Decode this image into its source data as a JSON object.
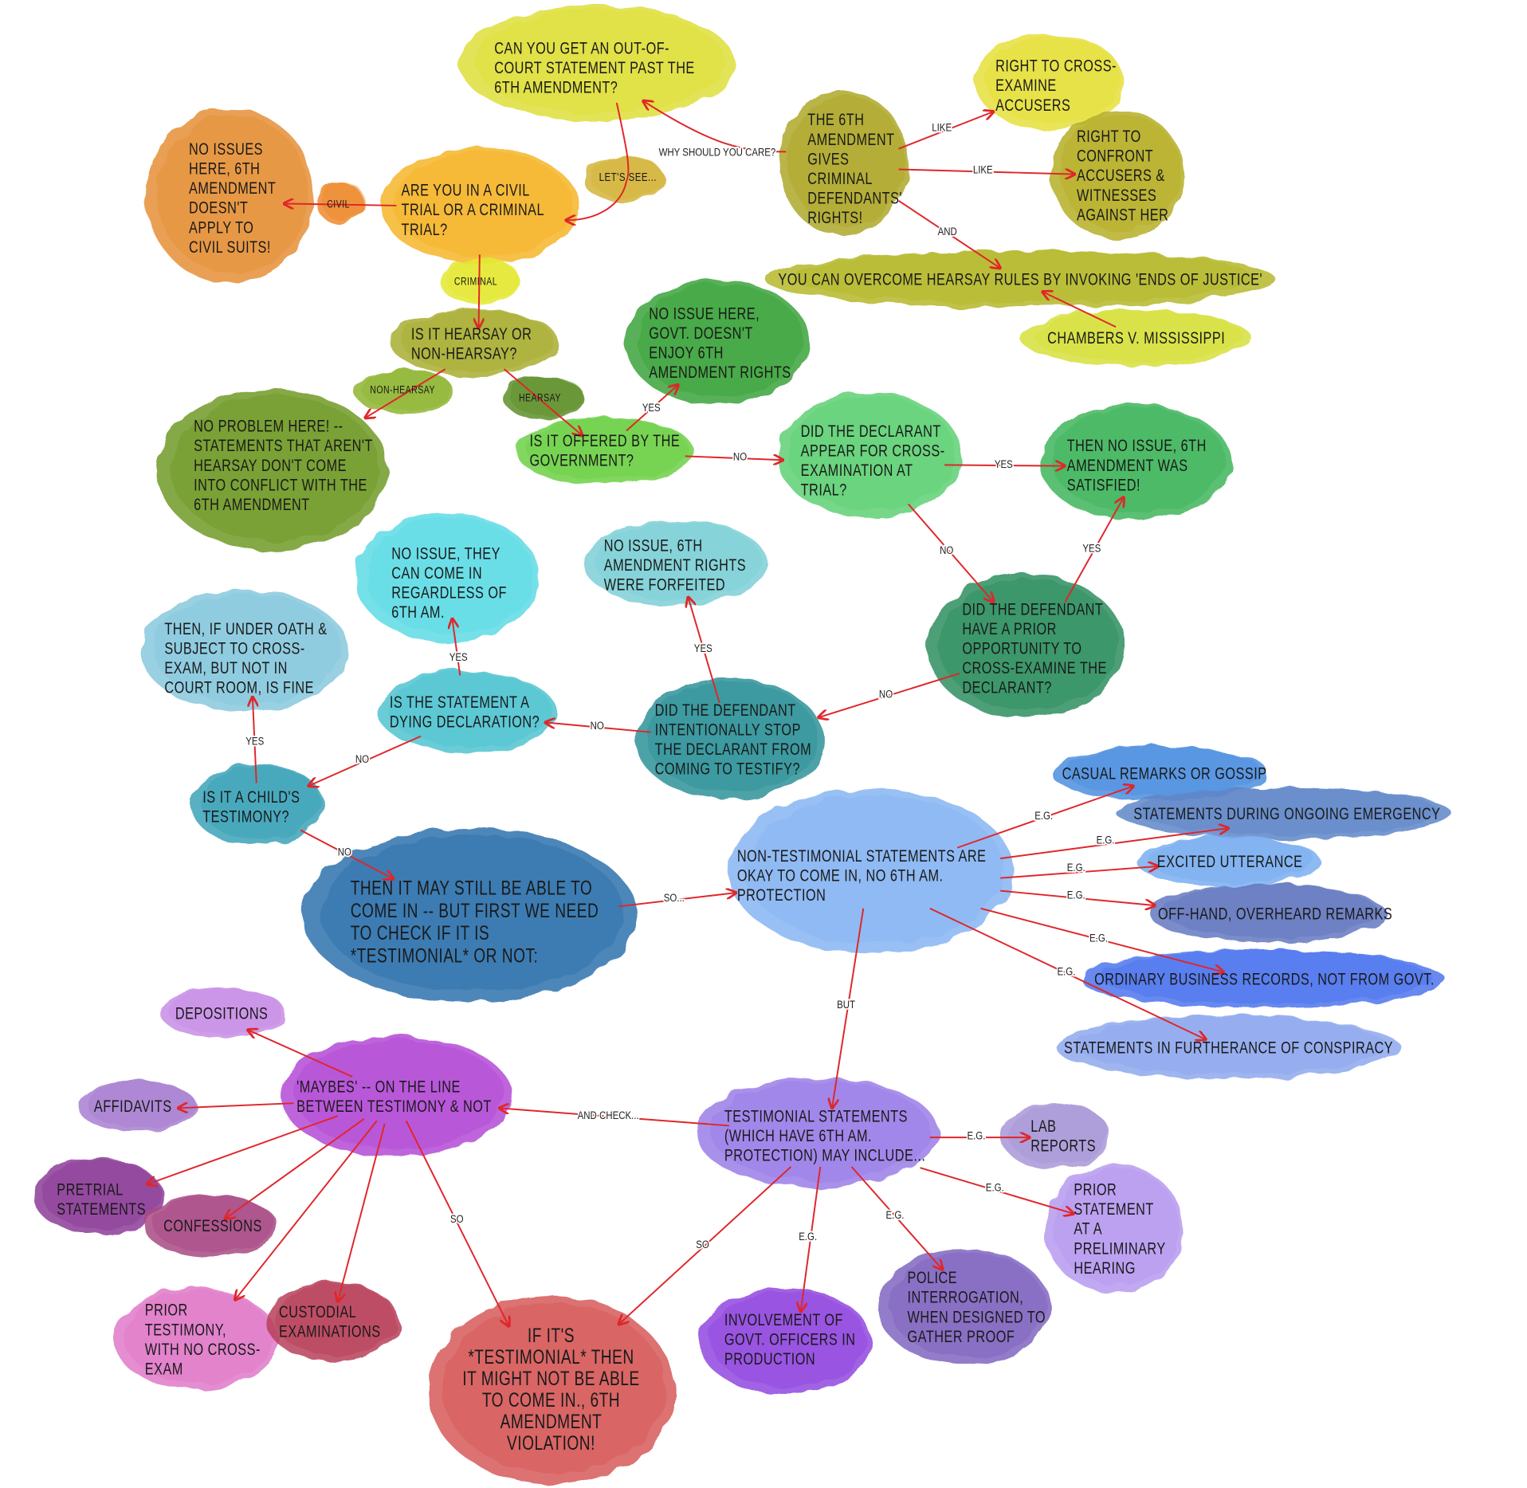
{
  "title": "Hearsay and the 6th Amendment Confrontation Clause flowchart",
  "colors": {
    "arrow": "#e0262a",
    "text": "#1a1a1a"
  },
  "nodes": {
    "q1": {
      "lines": [
        "CAN YOU GET AN OUT-OF-",
        "COURT STATEMENT PAST THE",
        "6TH AMENDMENT?"
      ],
      "color": "#dede3a"
    },
    "lets": {
      "lines": [
        "LET'S SEE..."
      ],
      "color": "#d4b43a"
    },
    "civilq": {
      "lines": [
        "ARE YOU IN A CIVIL",
        "TRIAL OR A CRIMINAL",
        "TRIAL?"
      ],
      "color": "#f5b52a"
    },
    "civil": {
      "lines": [
        "CIVIL"
      ],
      "color": "#ee8a2e"
    },
    "civilnoissue": {
      "lines": [
        "NO ISSUES",
        "HERE, 6TH",
        "AMENDMENT",
        "DOESN'T",
        "APPLY TO",
        "CIVIL SUITS!"
      ],
      "color": "#e59038"
    },
    "criminal": {
      "lines": [
        "CRIMINAL"
      ],
      "color": "#e4e830"
    },
    "hearsayq": {
      "lines": [
        "IS IT HEARSAY OR",
        "NON-HEARSAY?"
      ],
      "color": "#a9ae30"
    },
    "nonhearsay": {
      "lines": [
        "NON-HEARSAY"
      ],
      "color": "#8fb530"
    },
    "hearsay": {
      "lines": [
        "HEARSAY"
      ],
      "color": "#5f8f2a"
    },
    "noproblem": {
      "lines": [
        "NO PROBLEM HERE! --",
        "STATEMENTS THAT AREN'T",
        "HEARSAY DON'T COME",
        "INTO CONFLICT WITH THE",
        "6TH AMENDMENT"
      ],
      "color": "#6f9a26"
    },
    "govq": {
      "lines": [
        "IS IT OFFERED BY THE",
        "GOVERNMENT?"
      ],
      "color": "#6dd045"
    },
    "govnoissue": {
      "lines": [
        "NO ISSUE HERE,",
        "GOVT. DOESN'T",
        "ENJOY 6TH",
        "AMENDMENT RIGHTS"
      ],
      "color": "#3aa43a"
    },
    "appear": {
      "lines": [
        "DID THE DECLARANT",
        "APPEAR FOR CROSS-",
        "EXAMINATION AT",
        "TRIAL?"
      ],
      "color": "#5fd075"
    },
    "satisfied": {
      "lines": [
        "THEN NO ISSUE, 6TH",
        "AMENDMENT WAS",
        "SATISFIED!"
      ],
      "color": "#3fb55c"
    },
    "prior": {
      "lines": [
        "DID THE DEFENDANT",
        "HAVE A PRIOR",
        "OPPORTUNITY TO",
        "CROSS-EXAMINE THE",
        "DECLARANT?"
      ],
      "color": "#2f8f60"
    },
    "forfeited": {
      "lines": [
        "NO ISSUE, 6TH",
        "AMENDMENT RIGHTS",
        "WERE FORFEITED"
      ],
      "color": "#7dcfd6"
    },
    "stop": {
      "lines": [
        "DID THE DEFENDANT",
        "INTENTIONALLY STOP",
        "THE DECLARANT FROM",
        "COMING TO TESTIFY?"
      ],
      "color": "#2e9299"
    },
    "dying": {
      "lines": [
        "IS THE STATEMENT A",
        "DYING DECLARATION?"
      ],
      "color": "#4fc4d0"
    },
    "regardless": {
      "lines": [
        "NO ISSUE, THEY",
        "CAN COME IN",
        "REGARDLESS OF",
        "6TH AM."
      ],
      "color": "#5fdbe5"
    },
    "oath": {
      "lines": [
        "THEN, IF UNDER OATH &",
        "SUBJECT TO CROSS-",
        "EXAM, BUT NOT IN",
        "COURT ROOM, IS FINE"
      ],
      "color": "#88c8dd"
    },
    "child": {
      "lines": [
        "IS IT A CHILD'S",
        "TESTIMONY?"
      ],
      "color": "#3aa3b8"
    },
    "testcheck": {
      "lines": [
        "THEN IT MAY STILL BE ABLE TO",
        "COME IN -- BUT FIRST WE NEED",
        "TO CHECK IF IT IS",
        "*TESTIMONIAL* OR NOT:"
      ],
      "color": "#2f73ad"
    },
    "nontest": {
      "lines": [
        "NON-TESTIMONIAL STATEMENTS ARE",
        "OKAY TO COME IN, NO 6TH AM.",
        "PROTECTION"
      ],
      "color": "#86b5f2"
    },
    "casual": {
      "lines": [
        "CASUAL REMARKS OR GOSSIP"
      ],
      "color": "#4d8fe0"
    },
    "emergency": {
      "lines": [
        "STATEMENTS DURING ONGOING EMERGENCY"
      ],
      "color": "#5f87c8"
    },
    "excited": {
      "lines": [
        "EXCITED UTTERANCE"
      ],
      "color": "#7aaef0"
    },
    "offhand": {
      "lines": [
        "OFF-HAND, OVERHEARD REMARKS"
      ],
      "color": "#6478c0"
    },
    "business": {
      "lines": [
        "ORDINARY BUSINESS RECORDS, NOT FROM GOVT."
      ],
      "color": "#4d75ee"
    },
    "conspiracy": {
      "lines": [
        "STATEMENTS IN FURTHERANCE OF CONSPIRACY"
      ],
      "color": "#8ea8ee"
    },
    "testimonial": {
      "lines": [
        "TESTIMONIAL STATEMENTS",
        "(WHICH HAVE 6TH AM.",
        "PROTECTION) MAY INCLUDE..."
      ],
      "color": "#9b7ee8"
    },
    "lab": {
      "lines": [
        "LAB",
        "REPORTS"
      ],
      "color": "#a898d8"
    },
    "prelim": {
      "lines": [
        "PRIOR",
        "STATEMENT",
        "AT A",
        "PRELIMINARY",
        "HEARING"
      ],
      "color": "#b79af0"
    },
    "police": {
      "lines": [
        "POLICE",
        "INTERROGATION,",
        "WHEN DESIGNED TO",
        "GATHER PROOF"
      ],
      "color": "#8066c0"
    },
    "officers": {
      "lines": [
        "INVOLVEMENT OF",
        "GOVT. OFFICERS IN",
        "PRODUCTION"
      ],
      "color": "#9147e0"
    },
    "violation": {
      "lines": [
        "IF IT'S",
        "*TESTIMONIAL* THEN",
        "IT MIGHT NOT BE ABLE",
        "TO COME IN., 6TH",
        "AMENDMENT",
        "VIOLATION!"
      ],
      "color": "#d65a5a"
    },
    "maybes": {
      "lines": [
        "'MAYBES' -- ON THE LINE",
        "BETWEEN TESTIMONY & NOT"
      ],
      "color": "#b44cd6"
    },
    "depositions": {
      "lines": [
        "DEPOSITIONS"
      ],
      "color": "#c88ee6"
    },
    "affidavits": {
      "lines": [
        "AFFIDAVITS"
      ],
      "color": "#a87fd0"
    },
    "pretrial": {
      "lines": [
        "PRETRIAL",
        "STATEMENTS"
      ],
      "color": "#8c3c98"
    },
    "confessions": {
      "lines": [
        "CONFESSIONS"
      ],
      "color": "#a84a84"
    },
    "priortest": {
      "lines": [
        "PRIOR",
        "TESTIMONY,",
        "WITH NO CROSS-",
        "EXAM"
      ],
      "color": "#e07ac8"
    },
    "custodial": {
      "lines": [
        "CUSTODIAL",
        "EXAMINATIONS"
      ],
      "color": "#b8405a"
    },
    "gives": {
      "lines": [
        "THE 6TH",
        "AMENDMENT",
        "GIVES",
        "CRIMINAL",
        "DEFENDANTS'",
        "RIGHTS!"
      ],
      "color": "#aea82a"
    },
    "cross": {
      "lines": [
        "RIGHT TO CROSS-",
        "EXAMINE",
        "ACCUSERS"
      ],
      "color": "#e5e03a"
    },
    "confront": {
      "lines": [
        "RIGHT TO",
        "CONFRONT",
        "ACCUSERS &",
        "WITNESSES",
        "AGAINST HER"
      ],
      "color": "#b6ae28"
    },
    "overcome": {
      "lines": [
        "YOU CAN OVERCOME HEARSAY RULES BY INVOKING 'ENDS OF JUSTICE'"
      ],
      "color": "#b5b82a"
    },
    "chambers": {
      "lines": [
        "CHAMBERS V. MISSISSIPPI"
      ],
      "color": "#d6e03a"
    }
  },
  "edge_labels": [
    "WHY SHOULD YOU CARE?",
    "LIKE",
    "LIKE",
    "AND",
    "YES",
    "NO",
    "YES",
    "NO",
    "YES",
    "YES",
    "NO",
    "NO",
    "YES",
    "YES",
    "NO",
    "NO",
    "SO...",
    "E.G.",
    "E.G.",
    "E.G.",
    "E.G.",
    "E.G.",
    "E.G.",
    "BUT",
    "AND CHECK...",
    "E.G.",
    "E.G.",
    "E.G.",
    "E.G.",
    "SO",
    "SO"
  ]
}
